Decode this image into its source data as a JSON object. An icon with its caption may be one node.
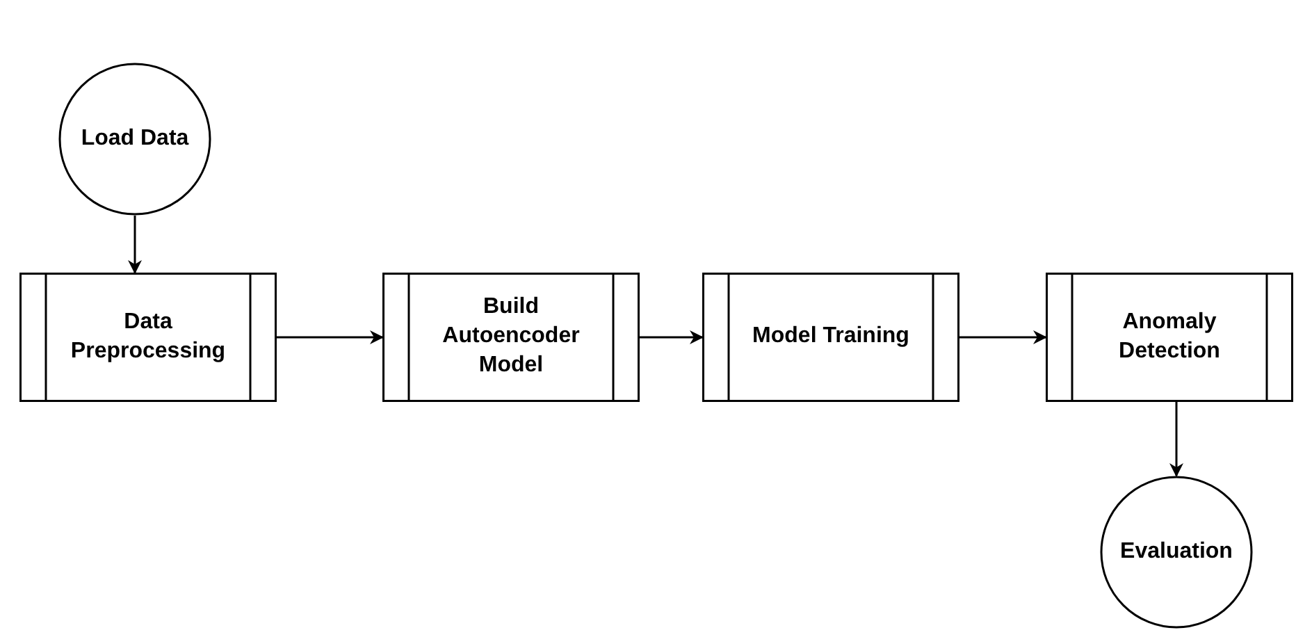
{
  "diagram": {
    "nodes": [
      {
        "text": [
          "Load Data"
        ]
      },
      {
        "text": [
          "Data Preprocessing"
        ]
      },
      {
        "text": [
          "Build Autoencoder Model"
        ]
      },
      {
        "text": [
          "Model Training"
        ]
      },
      {
        "text": [
          "Anomaly Detection"
        ]
      },
      {
        "text": [
          "Evaluation"
        ]
      }
    ],
    "edges": [
      {
        "from": 0,
        "to": 1,
        "arrow": "to"
      },
      {
        "from": 1,
        "to": 2,
        "arrow": "to"
      },
      {
        "from": 2,
        "to": 3,
        "arrow": "to"
      },
      {
        "from": 3,
        "to": 4,
        "arrow": "to"
      },
      {
        "from": 4,
        "to": 5,
        "arrow": "to"
      }
    ]
  }
}
